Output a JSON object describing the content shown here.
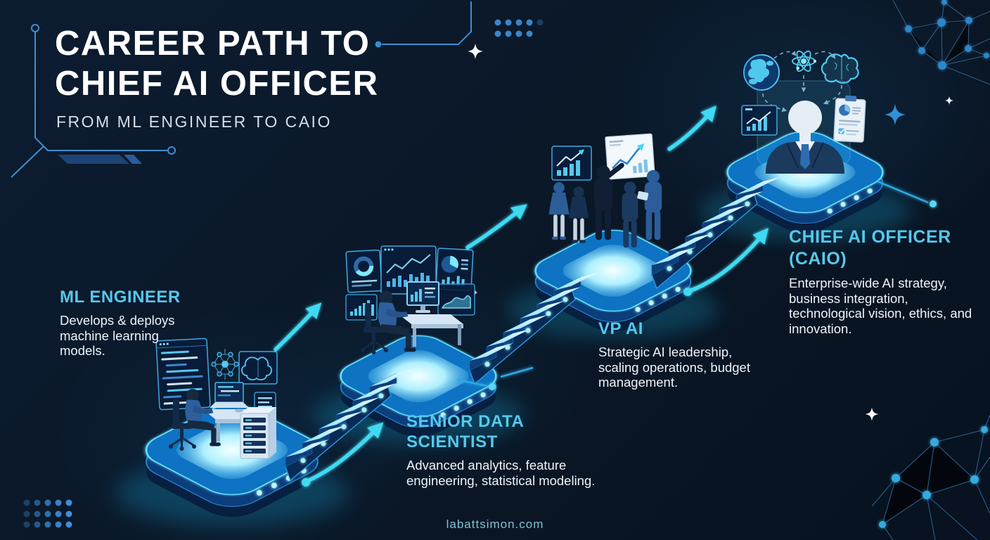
{
  "title": {
    "line1": "CAREER PATH TO",
    "line2": "CHIEF AI OFFICER",
    "subtitle": "FROM ML ENGINEER TO CAIO"
  },
  "stages": [
    {
      "id": "ml-engineer",
      "name": "ML ENGINEER",
      "description": "Develops & deploys machine learning models."
    },
    {
      "id": "senior-data-scientist",
      "name": "SENIOR DATA SCIENTIST",
      "description": "Advanced analytics, feature engineering, statistical modeling."
    },
    {
      "id": "vp-ai",
      "name": "VP AI",
      "description": "Strategic AI leadership, scaling operations, budget management."
    },
    {
      "id": "caio",
      "name": "CHIEF AI OFFICER (CAIO)",
      "description": "Enterprise-wide AI strategy, business integration, technological vision, ethics, and innovation."
    }
  ],
  "footer": {
    "website": "labattsimon.com"
  },
  "colors": {
    "background": "#0a1726",
    "accent_cyan": "#56c8ec",
    "arrow_cyan": "#3fd9f2",
    "text_white": "#eef4fa",
    "subtitle_color": "#d4dee9",
    "watermark_color": "#7fc2da",
    "node_blue": "#2f86c9",
    "platform_glow": "#35d1ff"
  },
  "icons": {
    "globe": "globe-icon",
    "atom": "atom-icon",
    "brain": "brain-icon",
    "bar_chart": "bar-chart-icon",
    "report": "report-clipboard-icon",
    "sparkle": "sparkle-icon",
    "network": "network-constellation-icon",
    "arrow": "ascent-arrow-icon"
  }
}
